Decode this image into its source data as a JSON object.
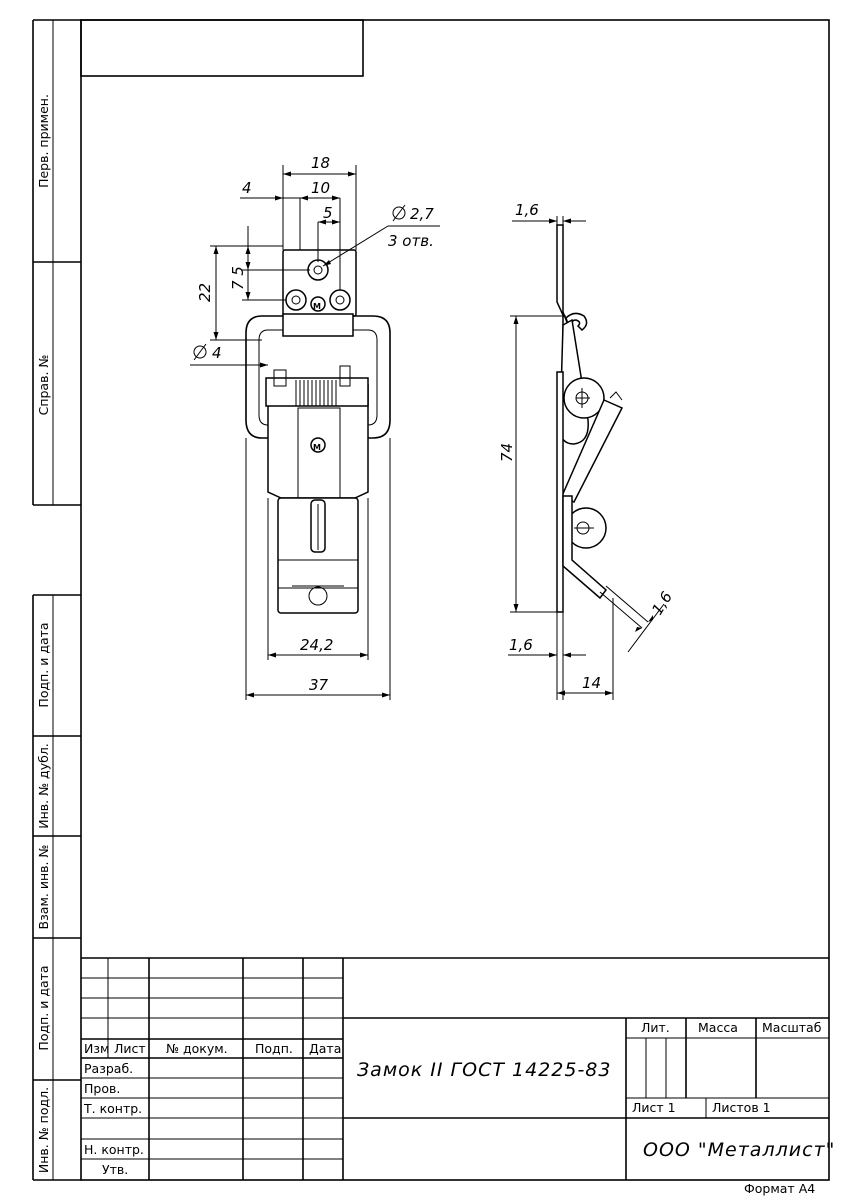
{
  "side_strip": {
    "perv_primen": "Перв. примен.",
    "sprav_no": "Справ. №",
    "podp_data_1": "Подп. и дата",
    "inv_dubl": "Инв. № дубл.",
    "vzam_inv": "Взам. инв. №",
    "podp_data_2": "Подп. и дата",
    "inv_podl": "Инв. № подл."
  },
  "dimensions": {
    "d18": "18",
    "d4": "4",
    "d10": "10",
    "d5": "5",
    "hole": "2,7",
    "holes_note": "3 отв.",
    "d7_5": "7 5",
    "d22": "22",
    "dia4": "4",
    "d24_2": "24,2",
    "d37": "37",
    "t1_6_top": "1,6",
    "d74": "74",
    "t1_6_bottom": "1,6",
    "d14": "14",
    "t1_6_diag": "1,6",
    "diameter_symbol": "∅"
  },
  "title_block": {
    "headers": {
      "izm": "Изм",
      "list": "Лист",
      "doc_no": "№ докум.",
      "podp": "Подп.",
      "data": "Дата"
    },
    "rows": {
      "razrab": "Разраб.",
      "prov": "Пров.",
      "t_kontr": "Т. контр.",
      "n_kontr": "Н. контр.",
      "utv": "Утв."
    },
    "title": "Замок II ГОСТ 14225-83",
    "lit": "Лит.",
    "massa": "Масса",
    "masshtab": "Масштаб",
    "sheet": "Лист 1",
    "sheets": "Листов 1",
    "organization": "ООО \"Металлист\""
  },
  "format": "Формат А4"
}
